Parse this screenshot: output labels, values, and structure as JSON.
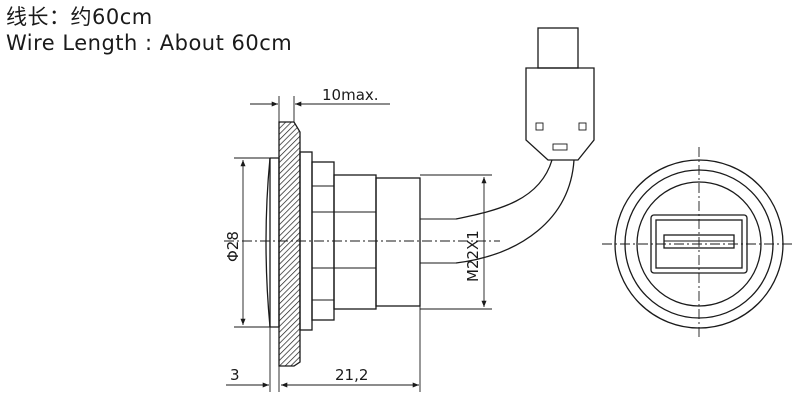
{
  "wire_length": {
    "cn": "线长：约60cm",
    "en": "Wire Length : About 60cm"
  },
  "dimensions": {
    "flange_thickness_max": "10max.",
    "diameter": "Φ28",
    "thread": "M22X1",
    "bottom_left": "3",
    "bottom_right": "21,2"
  }
}
